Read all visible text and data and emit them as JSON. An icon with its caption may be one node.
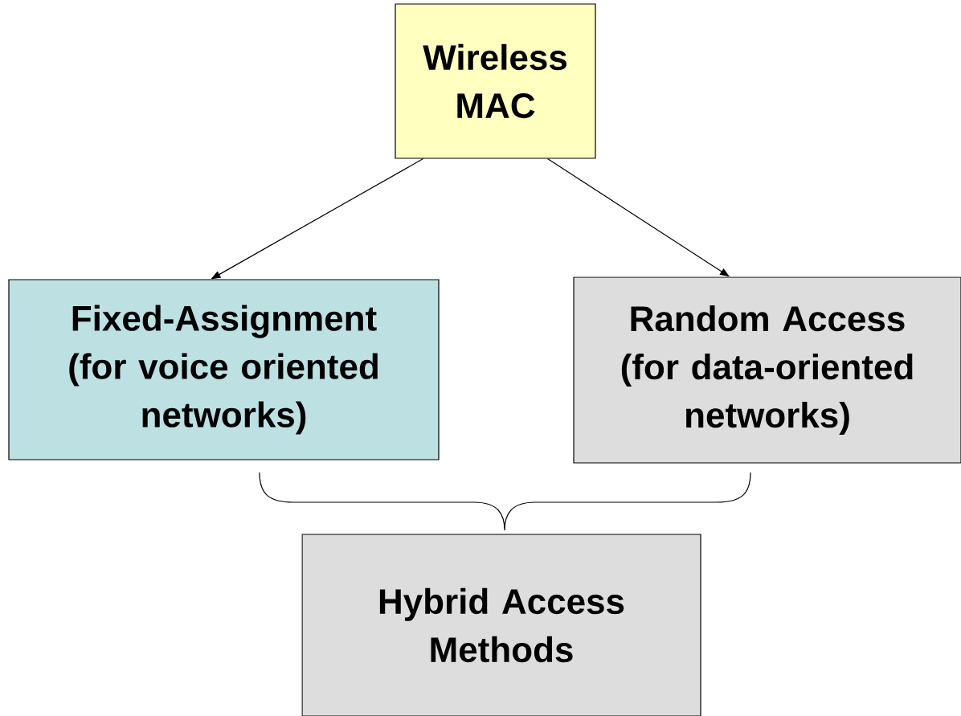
{
  "diagram": {
    "nodes": [
      {
        "text": [
          "Wireless MAC"
        ]
      },
      {
        "text": [
          "Fixed-Assignment",
          "(for voice oriented networks)"
        ]
      },
      {
        "text": [
          "Random Access",
          "(for data-oriented networks)"
        ]
      },
      {
        "text": [
          "Hybrid Access Methods"
        ]
      }
    ],
    "edges": [
      {
        "from": 0,
        "to": 1,
        "arrow": "to"
      },
      {
        "from": 0,
        "to": 2,
        "arrow": "to"
      }
    ]
  }
}
